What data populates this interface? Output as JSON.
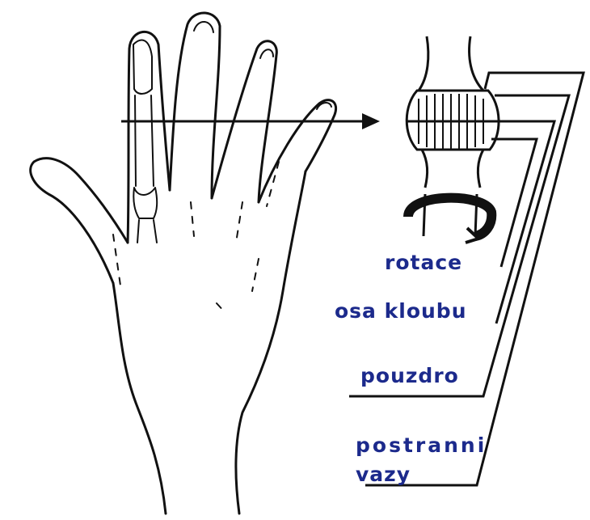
{
  "labels": {
    "rotation": "rotace",
    "joint_axis": "osa kloubu",
    "capsule": "pouzdro",
    "collateral_1": "postranni",
    "collateral_2": "vazy"
  },
  "colors": {
    "label_text": "#1c2a8c",
    "line": "#111111",
    "background": "#ffffff"
  }
}
